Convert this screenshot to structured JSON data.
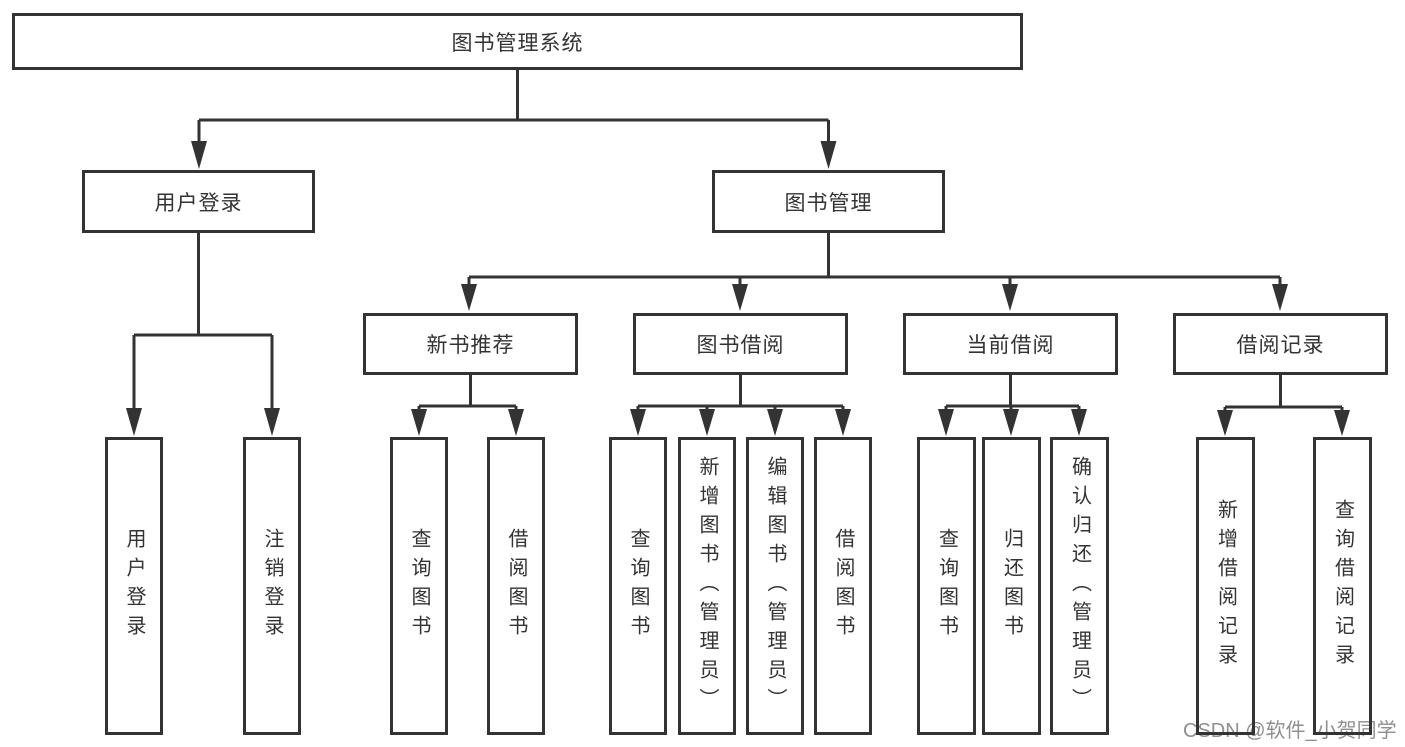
{
  "diagram": {
    "title": "图书管理系统",
    "tree": {
      "root": {
        "label": "图书管理系统"
      },
      "children": [
        {
          "label": "用户登录",
          "children": [
            {
              "label": "用户登录"
            },
            {
              "label": "注销登录"
            }
          ]
        },
        {
          "label": "图书管理",
          "children": [
            {
              "label": "新书推荐",
              "children": [
                {
                  "label": "查询图书"
                },
                {
                  "label": "借阅图书"
                }
              ]
            },
            {
              "label": "图书借阅",
              "children": [
                {
                  "label": "查询图书"
                },
                {
                  "label": "新增图书（管理员）"
                },
                {
                  "label": "编辑图书（管理员）"
                },
                {
                  "label": "借阅图书"
                }
              ]
            },
            {
              "label": "当前借阅",
              "children": [
                {
                  "label": "查询图书"
                },
                {
                  "label": "归还图书"
                },
                {
                  "label": "确认归还（管理员）"
                }
              ]
            },
            {
              "label": "借阅记录",
              "children": [
                {
                  "label": "新增借阅记录"
                },
                {
                  "label": "查询借阅记录"
                }
              ]
            }
          ]
        }
      ]
    }
  },
  "watermark": {
    "text": "CSDN @软件_小贺同学"
  },
  "colors": {
    "line": "#333333",
    "text": "#333333",
    "background": "#ffffff",
    "watermark": "#8f8f8f"
  }
}
